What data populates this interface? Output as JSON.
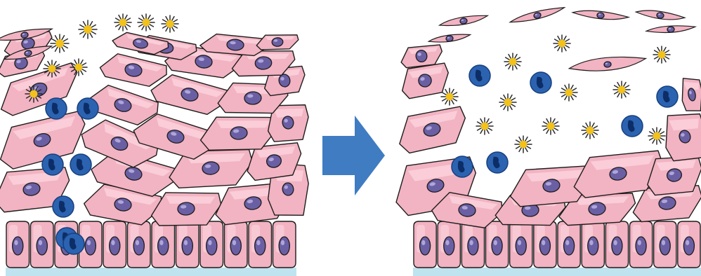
{
  "figure": {
    "panels": [
      {
        "id": "intact",
        "state": "before"
      },
      {
        "id": "disrupted",
        "state": "after"
      }
    ],
    "arrow": {
      "direction": "right"
    }
  },
  "palette": {
    "cell_fill": "#f2b3c2",
    "cell_highlight": "#fbd3dd",
    "cell_outline": "#1d1d1d",
    "nucleus": "#6b5fa4",
    "nucleus_highlight": "#b6aee0",
    "immune_cell": "#2b63b1",
    "immune_nucleus": "#0d2d66",
    "cytokine_ray": "#2a2a2a",
    "cytokine_core": "#f2c21b",
    "basement_membrane": "#bfe3ef",
    "arrow": "#3f7cc2",
    "background": "#ffffff"
  },
  "icons": [
    "epithelial-cell",
    "nucleus",
    "immune-cell",
    "cytokine",
    "arrow-right"
  ]
}
